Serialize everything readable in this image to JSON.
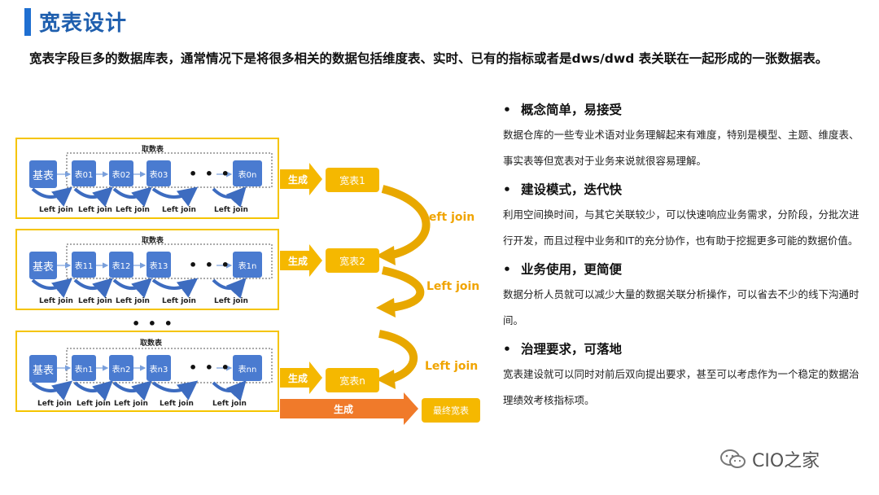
{
  "title": "宽表设计",
  "intro": "宽表字段巨多的数据库表，通常情况下是将很多相关的数据包括维度表、实时、已有的指标或者是dws/dwd 表关联在一起形成的一张数据表。",
  "bullets": [
    {
      "dot": "•",
      "heading": "概念简单，易接受",
      "body": "数据仓库的一些专业术语对业务理解起来有难度，特别是模型、主题、维度表、事实表等但宽表对于业务来说就很容易理解。"
    },
    {
      "dot": "•",
      "heading": "建设模式，迭代快",
      "body": "利用空间换时间，与其它关联较少，可以快速响应业务需求，分阶段，分批次进行开发，而且过程中业务和IT的充分协作，也有助于挖掘更多可能的数据价值。"
    },
    {
      "dot": "•",
      "heading": "业务使用，更简便",
      "body": "数据分析人员就可以减少大量的数据关联分析操作，可以省去不少的线下沟通时间。"
    },
    {
      "dot": "•",
      "heading": "治理要求，可落地",
      "body": "宽表建设就可以同时对前后双向提出要求，甚至可以考虑作为一个稳定的数据治理绩效考核指标项。"
    }
  ],
  "diagram": {
    "rows": [
      {
        "group": "取数表",
        "base": "基表",
        "tables": [
          "表01",
          "表02",
          "表03",
          "表0n"
        ],
        "ellipsis": "• • •",
        "joins": [
          "Left join",
          "Left join",
          "Left join",
          "Left join",
          "Left join"
        ],
        "gen": "生成",
        "wide": "宽表1"
      },
      {
        "group": "取数表",
        "base": "基表",
        "tables": [
          "表11",
          "表12",
          "表13",
          "表1n"
        ],
        "ellipsis": "• • •",
        "joins": [
          "Left join",
          "Left join",
          "Left join",
          "Left join",
          "Left join"
        ],
        "gen": "生成",
        "wide": "宽表2"
      },
      {
        "group": "取数表",
        "base": "基表",
        "tables": [
          "表n1",
          "表n2",
          "表n3",
          "表nn"
        ],
        "ellipsis": "• • •",
        "joins": [
          "Left join",
          "Left join",
          "Left join",
          "Left join",
          "Left join"
        ],
        "gen": "生成",
        "wide": "宽表n"
      }
    ],
    "mid_ellipsis": "• • •",
    "side_joins": [
      "Left join",
      "Left join",
      "Left join"
    ],
    "final_gen": "生成",
    "final_wide": "最终宽表",
    "colors": {
      "block": "#4a7bd0",
      "frame": "#f5c400",
      "gen": "#f5b800",
      "final_arrow": "#f07a2a"
    }
  },
  "watermark": "CIO之家"
}
